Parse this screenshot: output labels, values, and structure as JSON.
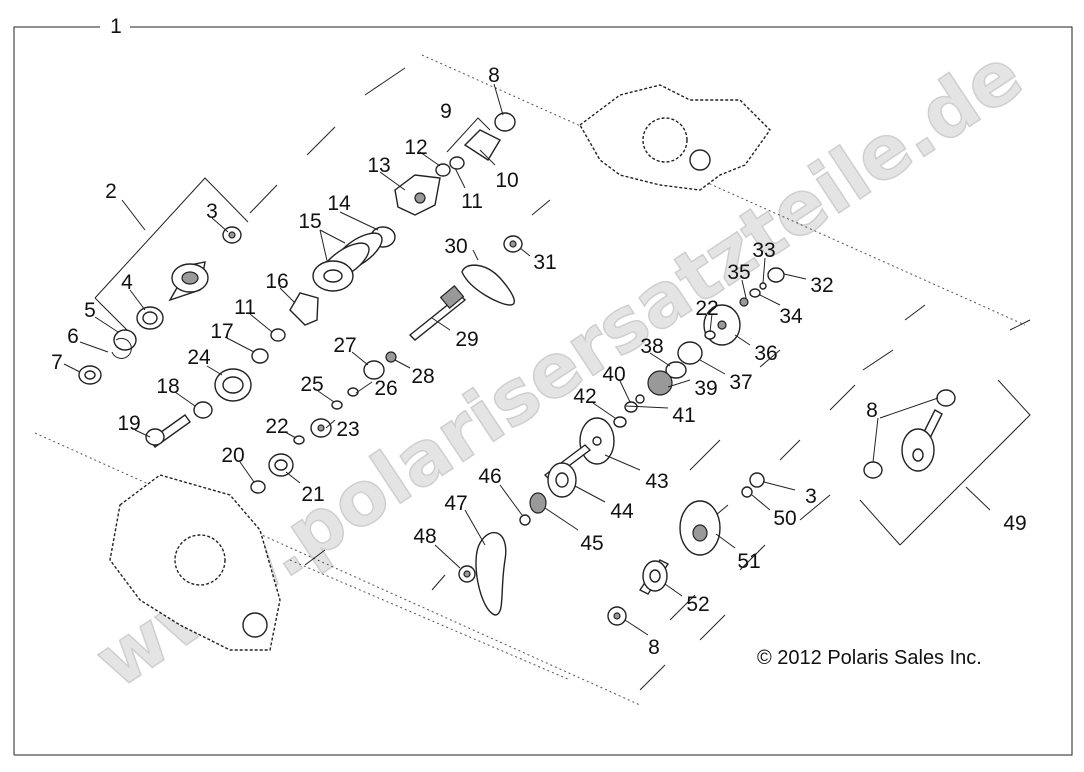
{
  "diagram": {
    "assembly_label": "1",
    "callouts": [
      "8",
      "9",
      "12",
      "13",
      "10",
      "11",
      "2",
      "3",
      "14",
      "15",
      "30",
      "31",
      "33",
      "35",
      "32",
      "22",
      "34",
      "4",
      "16",
      "11",
      "5",
      "17",
      "29",
      "6",
      "36",
      "7",
      "27",
      "38",
      "24",
      "28",
      "37",
      "40",
      "18",
      "25",
      "26",
      "39",
      "42",
      "19",
      "22",
      "41",
      "23",
      "8",
      "20",
      "43",
      "21",
      "46",
      "3",
      "44",
      "47",
      "50",
      "49",
      "48",
      "45",
      "51",
      "52",
      "8"
    ],
    "copyright": "© 2012 Polaris Sales Inc.",
    "watermark": "www.polarisersatzteile.de"
  }
}
